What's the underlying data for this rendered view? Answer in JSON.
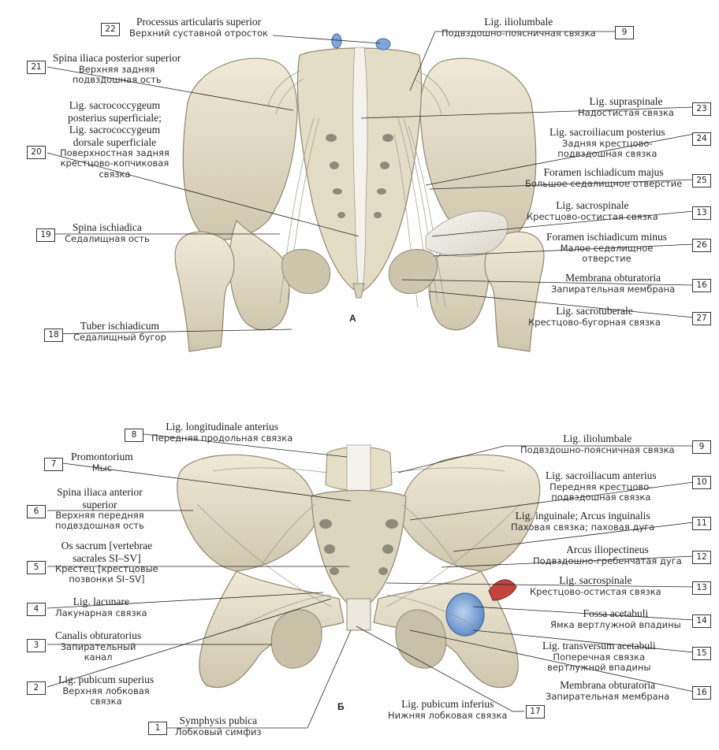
{
  "figures": {
    "a": "А",
    "b": "Б"
  },
  "labels": {
    "l22": {
      "num": "22",
      "la": "Processus articularis superior",
      "ru": "Верхний суставной отросток"
    },
    "l21": {
      "num": "21",
      "la": "Spina iliaca posterior superior",
      "ru1": "Верхняя задняя",
      "ru2": "подвздошная ость"
    },
    "l20": {
      "num": "20",
      "la1": "Lig. sacrococcygeum",
      "la2": "posterius superficiale;",
      "la3": "Lig. sacrococcygeum",
      "la4": "dorsale superficiale",
      "ru1": "Поверхностная задняя",
      "ru2": "крестцово-копчиковая",
      "ru3": "связка"
    },
    "l19": {
      "num": "19",
      "la": "Spina ischiadica",
      "ru": "Седалищная ость"
    },
    "l18": {
      "num": "18",
      "la": "Tuber ischiadicum",
      "ru": "Седалищный бугор"
    },
    "l9a": {
      "num": "9",
      "la": "Lig. iliolumbale",
      "ru": "Подвздошно-поясничная связка"
    },
    "l23": {
      "num": "23",
      "la": "Lig. supraspinale",
      "ru": "Надостистая связка"
    },
    "l24": {
      "num": "24",
      "la": "Lig. sacroiliacum posterius",
      "ru1": "Задняя крестцово-",
      "ru2": "подвздошная связка"
    },
    "l25": {
      "num": "25",
      "la": "Foramen ischiadicum majus",
      "ru": "Большое седалищное отверстие"
    },
    "l13a": {
      "num": "13",
      "la": "Lig. sacrospinale",
      "ru": "Крестцово-остистая связка"
    },
    "l26": {
      "num": "26",
      "la": "Foramen ischiadicum minus",
      "ru1": "Малое седалищное",
      "ru2": "отверстие"
    },
    "l16a": {
      "num": "16",
      "la": "Membrana obturatoria",
      "ru": "Запирательная мембрана"
    },
    "l27": {
      "num": "27",
      "la": "Lig. sacrotuberale",
      "ru": "Крестцово-бугорная связка"
    },
    "l8": {
      "num": "8",
      "la": "Lig. longitudinale anterius",
      "ru": "Передняя продольная связка"
    },
    "l7": {
      "num": "7",
      "la": "Promontorium",
      "ru": "Мыс"
    },
    "l6": {
      "num": "6",
      "la1": "Spina iliaca anterior",
      "la2": "superior",
      "ru1": "Верхняя передняя",
      "ru2": "подвздошная ость"
    },
    "l5": {
      "num": "5",
      "la1": "Os sacrum [vertebrae",
      "la2": "sacrales SI–SV]",
      "ru1": "Крестец [крестцовые",
      "ru2": "позвонки SI–SV]"
    },
    "l4": {
      "num": "4",
      "la": "Lig. lacunare",
      "ru": "Лакунарная связка"
    },
    "l3": {
      "num": "3",
      "la": "Canalis obturatorius",
      "ru1": "Запирательный",
      "ru2": "канал"
    },
    "l2": {
      "num": "2",
      "la": "Lig. pubicum superius",
      "ru1": "Верхняя лобковая",
      "ru2": "связка"
    },
    "l1": {
      "num": "1",
      "la": "Symphysis pubica",
      "ru": "Лобковый симфиз"
    },
    "l9b": {
      "num": "9",
      "la": "Lig. iliolumbale",
      "ru": "Подвздошно-поясничная связка"
    },
    "l10": {
      "num": "10",
      "la": "Lig. sacroiliacum anterius",
      "ru1": "Передняя крестцово-",
      "ru2": "подвздошная связка"
    },
    "l11": {
      "num": "11",
      "la": "Lig. inguinale; Arcus inguinalis",
      "ru": "Паховая связка; паховая дуга"
    },
    "l12": {
      "num": "12",
      "la": "Arcus iliopectineus",
      "ru": "Подвздошно-гребенчатая дуга"
    },
    "l13b": {
      "num": "13",
      "la": "Lig. sacrospinale",
      "ru": "Крестцово-остистая связка"
    },
    "l14": {
      "num": "14",
      "la": "Fossa acetabuli",
      "ru": "Ямка вертлужной впадины"
    },
    "l15": {
      "num": "15",
      "la": "Lig. transversum acetabuli",
      "ru1": "Поперечная связка",
      "ru2": "вертлужной впадины"
    },
    "l16b": {
      "num": "16",
      "la": "Membrana obturatoria",
      "ru": "Запирательная мембрана"
    },
    "l17": {
      "num": "17",
      "la": "Lig. pubicum inferius",
      "ru": "Нижняя лобковая связка"
    }
  },
  "colors": {
    "bone": "#e8e2cf",
    "bone_shadow": "#b9b29b",
    "ligament": "#f2f0ea",
    "ligament_line": "#9a978c",
    "cartilage_blue": "#7ea6d8",
    "muscle_red": "#c2443f",
    "hole": "#8e8a7c"
  }
}
